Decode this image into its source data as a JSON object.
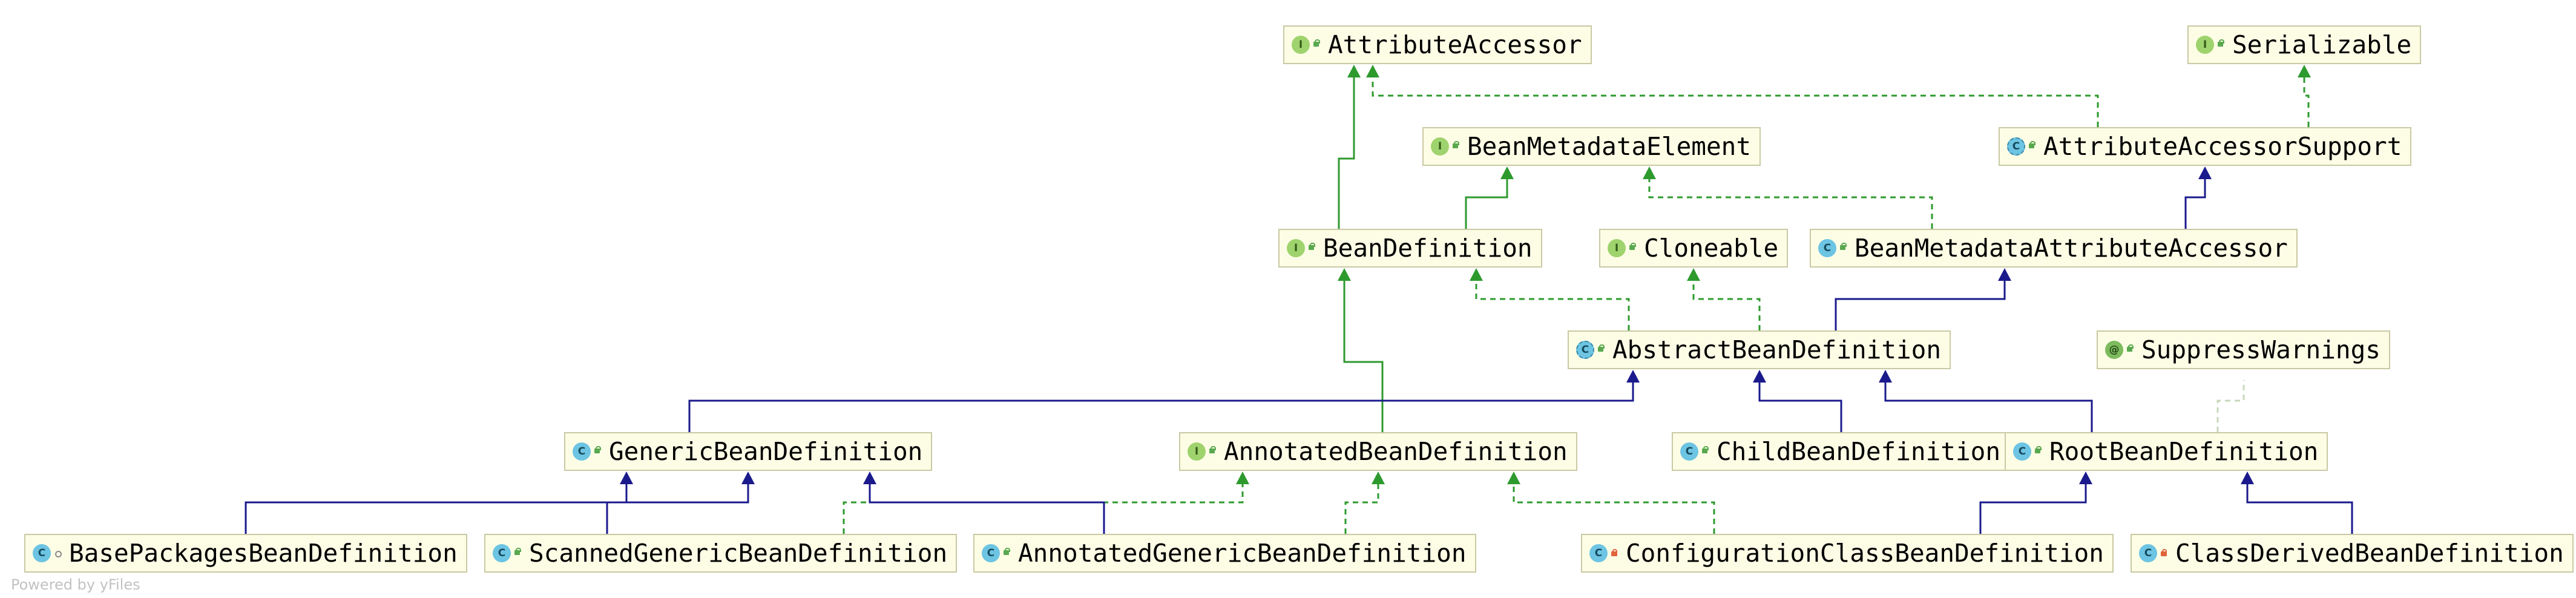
{
  "diagram": {
    "nodes": [
      {
        "id": "attribute_accessor",
        "label": "AttributeAccessor",
        "kind": "interface",
        "badge": "I",
        "visibility": "public"
      },
      {
        "id": "serializable",
        "label": "Serializable",
        "kind": "interface",
        "badge": "I",
        "visibility": "public"
      },
      {
        "id": "bean_metadata_element",
        "label": "BeanMetadataElement",
        "kind": "interface",
        "badge": "I",
        "visibility": "public"
      },
      {
        "id": "attribute_accessor_support",
        "label": "AttributeAccessorSupport",
        "kind": "abstract-class",
        "badge": "C",
        "visibility": "public"
      },
      {
        "id": "bean_definition",
        "label": "BeanDefinition",
        "kind": "interface",
        "badge": "I",
        "visibility": "public"
      },
      {
        "id": "cloneable",
        "label": "Cloneable",
        "kind": "interface",
        "badge": "I",
        "visibility": "public"
      },
      {
        "id": "bean_metadata_attribute_accessor",
        "label": "BeanMetadataAttributeAccessor",
        "kind": "class",
        "badge": "C",
        "visibility": "public"
      },
      {
        "id": "abstract_bean_definition",
        "label": "AbstractBeanDefinition",
        "kind": "abstract-class",
        "badge": "C",
        "visibility": "public"
      },
      {
        "id": "suppress_warnings",
        "label": "SuppressWarnings",
        "kind": "annotation",
        "badge": "@",
        "visibility": "public"
      },
      {
        "id": "generic_bean_definition",
        "label": "GenericBeanDefinition",
        "kind": "class",
        "badge": "C",
        "visibility": "public"
      },
      {
        "id": "annotated_bean_definition",
        "label": "AnnotatedBeanDefinition",
        "kind": "interface",
        "badge": "I",
        "visibility": "public"
      },
      {
        "id": "child_bean_definition",
        "label": "ChildBeanDefinition",
        "kind": "class",
        "badge": "C",
        "visibility": "public"
      },
      {
        "id": "root_bean_definition",
        "label": "RootBeanDefinition",
        "kind": "class",
        "badge": "C",
        "visibility": "public"
      },
      {
        "id": "base_packages_bean_definition",
        "label": "BasePackagesBeanDefinition",
        "kind": "class",
        "badge": "C",
        "visibility": "package"
      },
      {
        "id": "scanned_generic_bean_definition",
        "label": "ScannedGenericBeanDefinition",
        "kind": "class",
        "badge": "C",
        "visibility": "public"
      },
      {
        "id": "annotated_generic_bean_definition",
        "label": "AnnotatedGenericBeanDefinition",
        "kind": "class",
        "badge": "C",
        "visibility": "public"
      },
      {
        "id": "configuration_class_bean_definition",
        "label": "ConfigurationClassBeanDefinition",
        "kind": "class",
        "badge": "C",
        "visibility": "private"
      },
      {
        "id": "class_derived_bean_definition",
        "label": "ClassDerivedBeanDefinition",
        "kind": "class",
        "badge": "C",
        "visibility": "private"
      }
    ],
    "edges": [
      {
        "from": "bean_definition",
        "to": "attribute_accessor",
        "type": "interface-extends"
      },
      {
        "from": "bean_definition",
        "to": "bean_metadata_element",
        "type": "interface-extends"
      },
      {
        "from": "attribute_accessor_support",
        "to": "attribute_accessor",
        "type": "implements"
      },
      {
        "from": "attribute_accessor_support",
        "to": "serializable",
        "type": "implements"
      },
      {
        "from": "bean_metadata_attribute_accessor",
        "to": "bean_metadata_element",
        "type": "implements"
      },
      {
        "from": "bean_metadata_attribute_accessor",
        "to": "attribute_accessor_support",
        "type": "extends"
      },
      {
        "from": "abstract_bean_definition",
        "to": "bean_definition",
        "type": "implements"
      },
      {
        "from": "abstract_bean_definition",
        "to": "cloneable",
        "type": "implements"
      },
      {
        "from": "abstract_bean_definition",
        "to": "bean_metadata_attribute_accessor",
        "type": "extends"
      },
      {
        "from": "annotated_bean_definition",
        "to": "bean_definition",
        "type": "interface-extends"
      },
      {
        "from": "generic_bean_definition",
        "to": "abstract_bean_definition",
        "type": "extends"
      },
      {
        "from": "child_bean_definition",
        "to": "abstract_bean_definition",
        "type": "extends"
      },
      {
        "from": "root_bean_definition",
        "to": "abstract_bean_definition",
        "type": "extends"
      },
      {
        "from": "root_bean_definition",
        "to": "suppress_warnings",
        "type": "annotated-with"
      },
      {
        "from": "base_packages_bean_definition",
        "to": "generic_bean_definition",
        "type": "extends"
      },
      {
        "from": "scanned_generic_bean_definition",
        "to": "generic_bean_definition",
        "type": "extends"
      },
      {
        "from": "scanned_generic_bean_definition",
        "to": "annotated_bean_definition",
        "type": "implements"
      },
      {
        "from": "annotated_generic_bean_definition",
        "to": "generic_bean_definition",
        "type": "extends"
      },
      {
        "from": "annotated_generic_bean_definition",
        "to": "annotated_bean_definition",
        "type": "implements"
      },
      {
        "from": "configuration_class_bean_definition",
        "to": "root_bean_definition",
        "type": "extends"
      },
      {
        "from": "configuration_class_bean_definition",
        "to": "annotated_bean_definition",
        "type": "implements"
      },
      {
        "from": "class_derived_bean_definition",
        "to": "root_bean_definition",
        "type": "extends"
      }
    ],
    "edge_colors": {
      "extends": "#1a1a8c",
      "implements": "#2e9a2e",
      "interface-extends": "#2e9a2e",
      "annotated-with": "#c8d8b8"
    }
  },
  "footer": {
    "text": "Powered by yFiles"
  }
}
